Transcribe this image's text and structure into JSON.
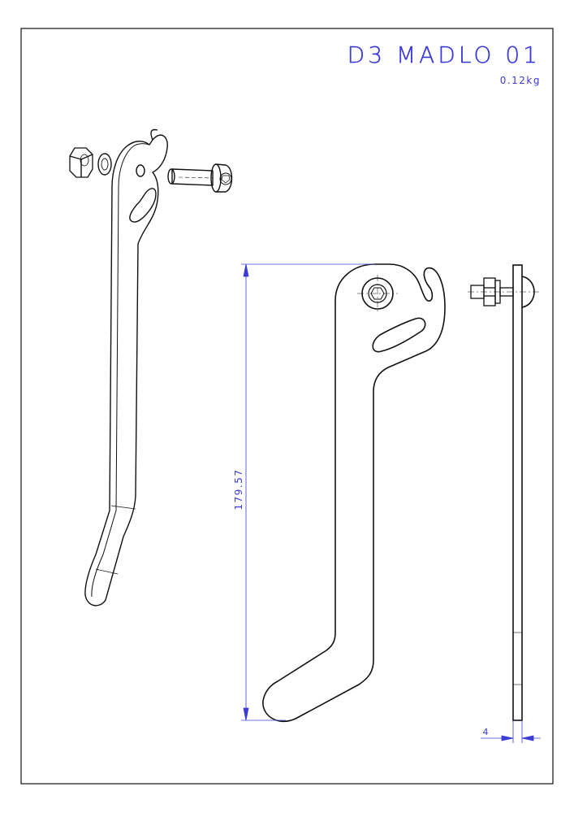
{
  "drawing": {
    "title": "D3 MADLO 01",
    "weight": "0.12kg"
  },
  "dimensions": {
    "length": "179.57",
    "thickness": "4"
  },
  "colors": {
    "line": "#111111",
    "dimension": "#3b3bd6",
    "background": "#ffffff"
  }
}
